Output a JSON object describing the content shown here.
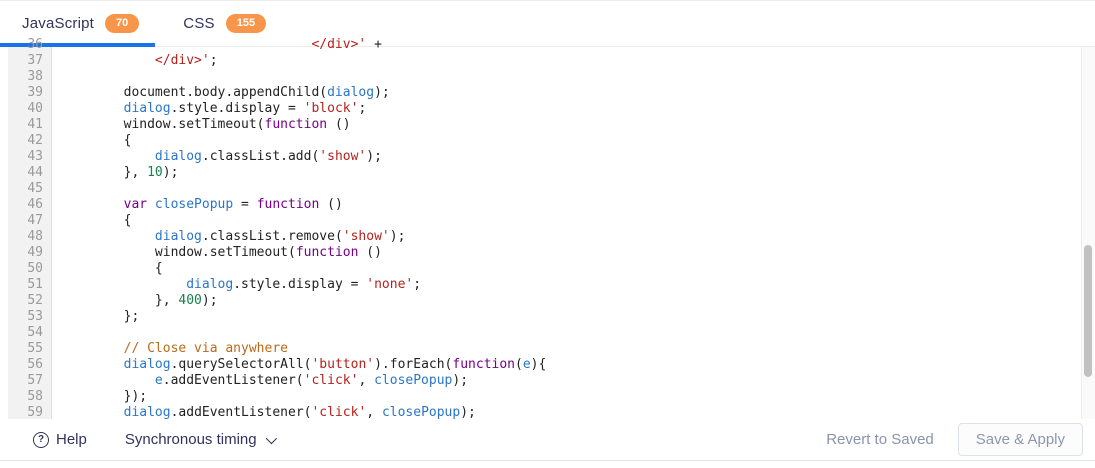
{
  "tabs": [
    {
      "label": "JavaScript",
      "count": "70",
      "active": true
    },
    {
      "label": "CSS",
      "count": "155",
      "active": false
    }
  ],
  "colors": {
    "active_tab_underline": "#1a73e8",
    "badge": "#f7964a",
    "keyword": "#770088",
    "variable": "#2b76c6",
    "string": "#b5221d",
    "number": "#17824d",
    "comment": "#ba6a1a"
  },
  "editor": {
    "first_visible_line": 36,
    "last_visible_line": 59,
    "lines": [
      {
        "n": 36,
        "t": [
          [
            "pln",
            "                                "
          ],
          [
            "str",
            "</div>'"
          ],
          [
            "pln",
            " +"
          ]
        ]
      },
      {
        "n": 37,
        "t": [
          [
            "pln",
            "            "
          ],
          [
            "str",
            "</div>'"
          ],
          [
            "pln",
            ";"
          ]
        ]
      },
      {
        "n": 38,
        "t": [
          [
            "pln",
            ""
          ]
        ]
      },
      {
        "n": 39,
        "t": [
          [
            "pln",
            "        document.body.appendChild("
          ],
          [
            "def",
            "dialog"
          ],
          [
            "pln",
            ");"
          ]
        ]
      },
      {
        "n": 40,
        "t": [
          [
            "pln",
            "        "
          ],
          [
            "def",
            "dialog"
          ],
          [
            "pln",
            ".style.display = "
          ],
          [
            "str",
            "'block'"
          ],
          [
            "pln",
            ";"
          ]
        ]
      },
      {
        "n": 41,
        "t": [
          [
            "pln",
            "        window.setTimeout("
          ],
          [
            "kw",
            "function"
          ],
          [
            "pln",
            " ()"
          ]
        ]
      },
      {
        "n": 42,
        "t": [
          [
            "pln",
            "        {"
          ]
        ]
      },
      {
        "n": 43,
        "t": [
          [
            "pln",
            "            "
          ],
          [
            "def",
            "dialog"
          ],
          [
            "pln",
            ".classList.add("
          ],
          [
            "str",
            "'show'"
          ],
          [
            "pln",
            ");"
          ]
        ]
      },
      {
        "n": 44,
        "t": [
          [
            "pln",
            "        }, "
          ],
          [
            "num",
            "10"
          ],
          [
            "pln",
            ");"
          ]
        ]
      },
      {
        "n": 45,
        "t": [
          [
            "pln",
            ""
          ]
        ]
      },
      {
        "n": 46,
        "t": [
          [
            "kw",
            "        var"
          ],
          [
            "pln",
            " "
          ],
          [
            "def",
            "closePopup"
          ],
          [
            "pln",
            " = "
          ],
          [
            "kw",
            "function"
          ],
          [
            "pln",
            " ()"
          ]
        ]
      },
      {
        "n": 47,
        "t": [
          [
            "pln",
            "        {"
          ]
        ]
      },
      {
        "n": 48,
        "t": [
          [
            "pln",
            "            "
          ],
          [
            "def",
            "dialog"
          ],
          [
            "pln",
            ".classList.remove("
          ],
          [
            "str",
            "'show'"
          ],
          [
            "pln",
            ");"
          ]
        ]
      },
      {
        "n": 49,
        "t": [
          [
            "pln",
            "            window.setTimeout("
          ],
          [
            "kw",
            "function"
          ],
          [
            "pln",
            " ()"
          ]
        ]
      },
      {
        "n": 50,
        "t": [
          [
            "pln",
            "            {"
          ]
        ]
      },
      {
        "n": 51,
        "t": [
          [
            "pln",
            "                "
          ],
          [
            "def",
            "dialog"
          ],
          [
            "pln",
            ".style.display = "
          ],
          [
            "str",
            "'none'"
          ],
          [
            "pln",
            ";"
          ]
        ]
      },
      {
        "n": 52,
        "t": [
          [
            "pln",
            "            }, "
          ],
          [
            "num",
            "400"
          ],
          [
            "pln",
            ");"
          ]
        ]
      },
      {
        "n": 53,
        "t": [
          [
            "pln",
            "        };"
          ]
        ]
      },
      {
        "n": 54,
        "t": [
          [
            "pln",
            ""
          ]
        ]
      },
      {
        "n": 55,
        "t": [
          [
            "com",
            "        // Close via anywhere"
          ]
        ]
      },
      {
        "n": 56,
        "t": [
          [
            "pln",
            "        "
          ],
          [
            "def",
            "dialog"
          ],
          [
            "pln",
            ".querySelectorAll("
          ],
          [
            "str",
            "'button'"
          ],
          [
            "pln",
            ").forEach("
          ],
          [
            "kw",
            "function"
          ],
          [
            "pln",
            "("
          ],
          [
            "def",
            "e"
          ],
          [
            "pln",
            "){"
          ]
        ]
      },
      {
        "n": 57,
        "t": [
          [
            "pln",
            "            "
          ],
          [
            "def",
            "e"
          ],
          [
            "pln",
            ".addEventListener("
          ],
          [
            "str",
            "'click'"
          ],
          [
            "pln",
            ", "
          ],
          [
            "def",
            "closePopup"
          ],
          [
            "pln",
            ");"
          ]
        ]
      },
      {
        "n": 58,
        "t": [
          [
            "pln",
            "        });"
          ]
        ]
      },
      {
        "n": 59,
        "t": [
          [
            "pln",
            "        "
          ],
          [
            "def",
            "dialog"
          ],
          [
            "pln",
            ".addEventListener("
          ],
          [
            "str",
            "'click'"
          ],
          [
            "pln",
            ", "
          ],
          [
            "def",
            "closePopup"
          ],
          [
            "pln",
            ");"
          ]
        ]
      }
    ]
  },
  "footer": {
    "help_icon_glyph": "?",
    "help_label": "Help",
    "timing_label": "Synchronous timing",
    "revert_label": "Revert to Saved",
    "save_label": "Save & Apply"
  }
}
